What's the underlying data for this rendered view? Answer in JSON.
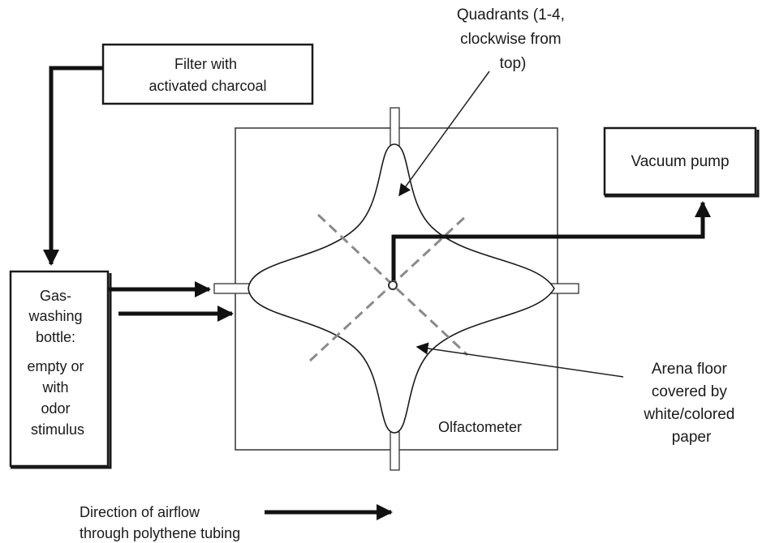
{
  "labels": {
    "filter": [
      "Filter with",
      "activated charcoal"
    ],
    "quadrants": [
      "Quadrants (1-4,",
      "clockwise from",
      "top)"
    ],
    "vacuum_pump": "Vacuum pump",
    "gas_washing": [
      "Gas-",
      "washing",
      "bottle:",
      "empty or",
      "with",
      "odor",
      "stimulus"
    ],
    "arena_floor": [
      "Arena floor",
      "covered by",
      "white/colored",
      "paper"
    ],
    "olfactometer": "Olfactometer",
    "airflow": [
      "Direction of airflow",
      "through polythene tubing"
    ]
  },
  "colors": {
    "ink": "#1a1a1a",
    "dashed_divider": "#8a8a8a",
    "background": "#ffffff"
  }
}
